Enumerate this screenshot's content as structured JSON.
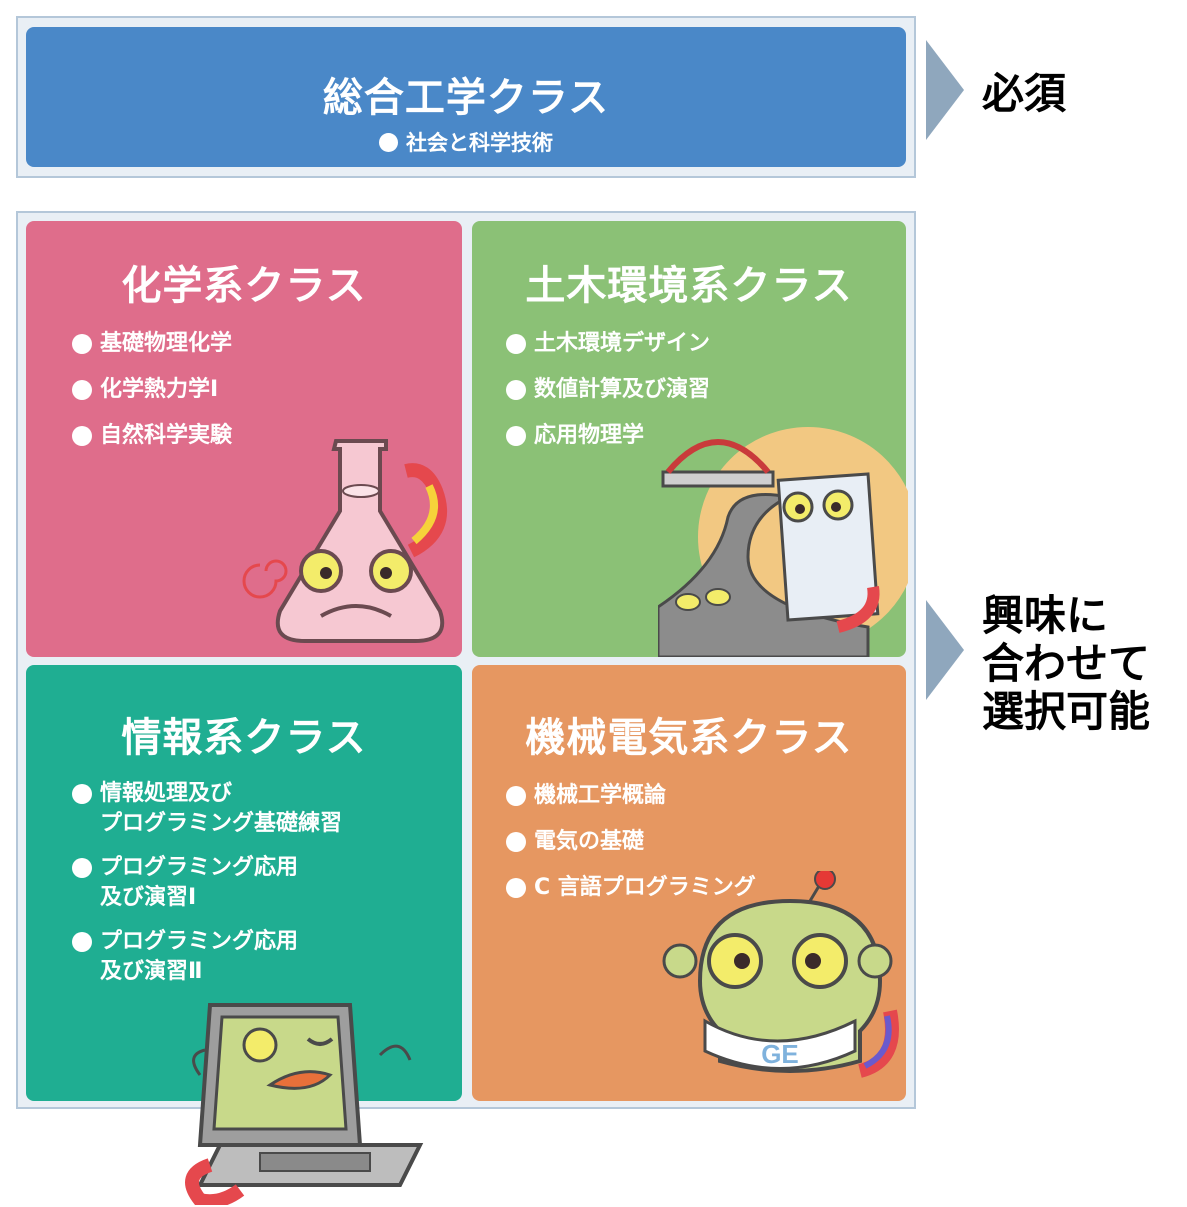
{
  "general": {
    "title": "総合工学クラス",
    "subtitle": "社会と科学技術",
    "color": "#4a88c8"
  },
  "required_label": "必須",
  "elective_label": [
    "興味に",
    "合わせて",
    "選択可能"
  ],
  "classes": [
    {
      "title": "化学系クラス",
      "color": "#df6d8b",
      "items": [
        "基礎物理化学",
        "化学熱力学Ⅰ",
        "自然科学実験"
      ]
    },
    {
      "title": "土木環境系クラス",
      "color": "#8bc176",
      "items": [
        "土木環境デザイン",
        "数値計算及び演習",
        "応用物理学"
      ]
    },
    {
      "title": "情報系クラス",
      "color": "#1fae92",
      "items": [
        "情報処理及び\nプログラミング基礎練習",
        "プログラミング応用\n及び演習Ⅰ",
        "プログラミング応用\n及び演習Ⅱ"
      ]
    },
    {
      "title": "機械電気系クラス",
      "color": "#e69761",
      "items": [
        "機械工学概論",
        "電気の基礎",
        "C 言語プログラミング"
      ]
    }
  ],
  "mascot_badge": "GE",
  "icons": [
    "flask-mascot",
    "bridge-building-mascot",
    "laptop-mascot",
    "robot-mascot"
  ]
}
